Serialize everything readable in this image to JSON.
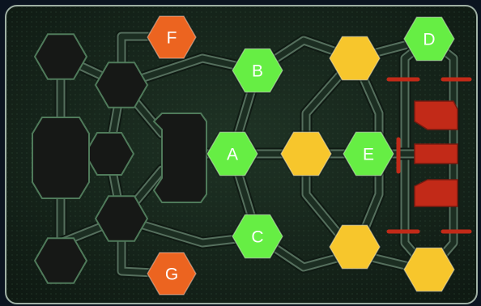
{
  "colors": {
    "green": "#66ee44",
    "orange": "#ec6420",
    "yellow": "#f7c62c",
    "red": "#c22a18",
    "dark": "#161816",
    "panel": "#17261c",
    "path": "#8fb79a"
  },
  "nodes": {
    "A": {
      "label": "A",
      "color": "green"
    },
    "B": {
      "label": "B",
      "color": "green"
    },
    "C": {
      "label": "C",
      "color": "green"
    },
    "D": {
      "label": "D",
      "color": "green"
    },
    "E": {
      "label": "E",
      "color": "green"
    },
    "F": {
      "label": "F",
      "color": "orange"
    },
    "G": {
      "label": "G",
      "color": "orange"
    },
    "Y1": {
      "label": "",
      "color": "yellow"
    },
    "Y2": {
      "label": "",
      "color": "yellow"
    },
    "Y3": {
      "label": "",
      "color": "yellow"
    },
    "Y4": {
      "label": "",
      "color": "yellow"
    }
  },
  "dark_nodes": [
    "tl",
    "tc",
    "center",
    "bc",
    "bl",
    "big-left",
    "big-center"
  ],
  "red_blocks": 3,
  "red_bars": 5
}
